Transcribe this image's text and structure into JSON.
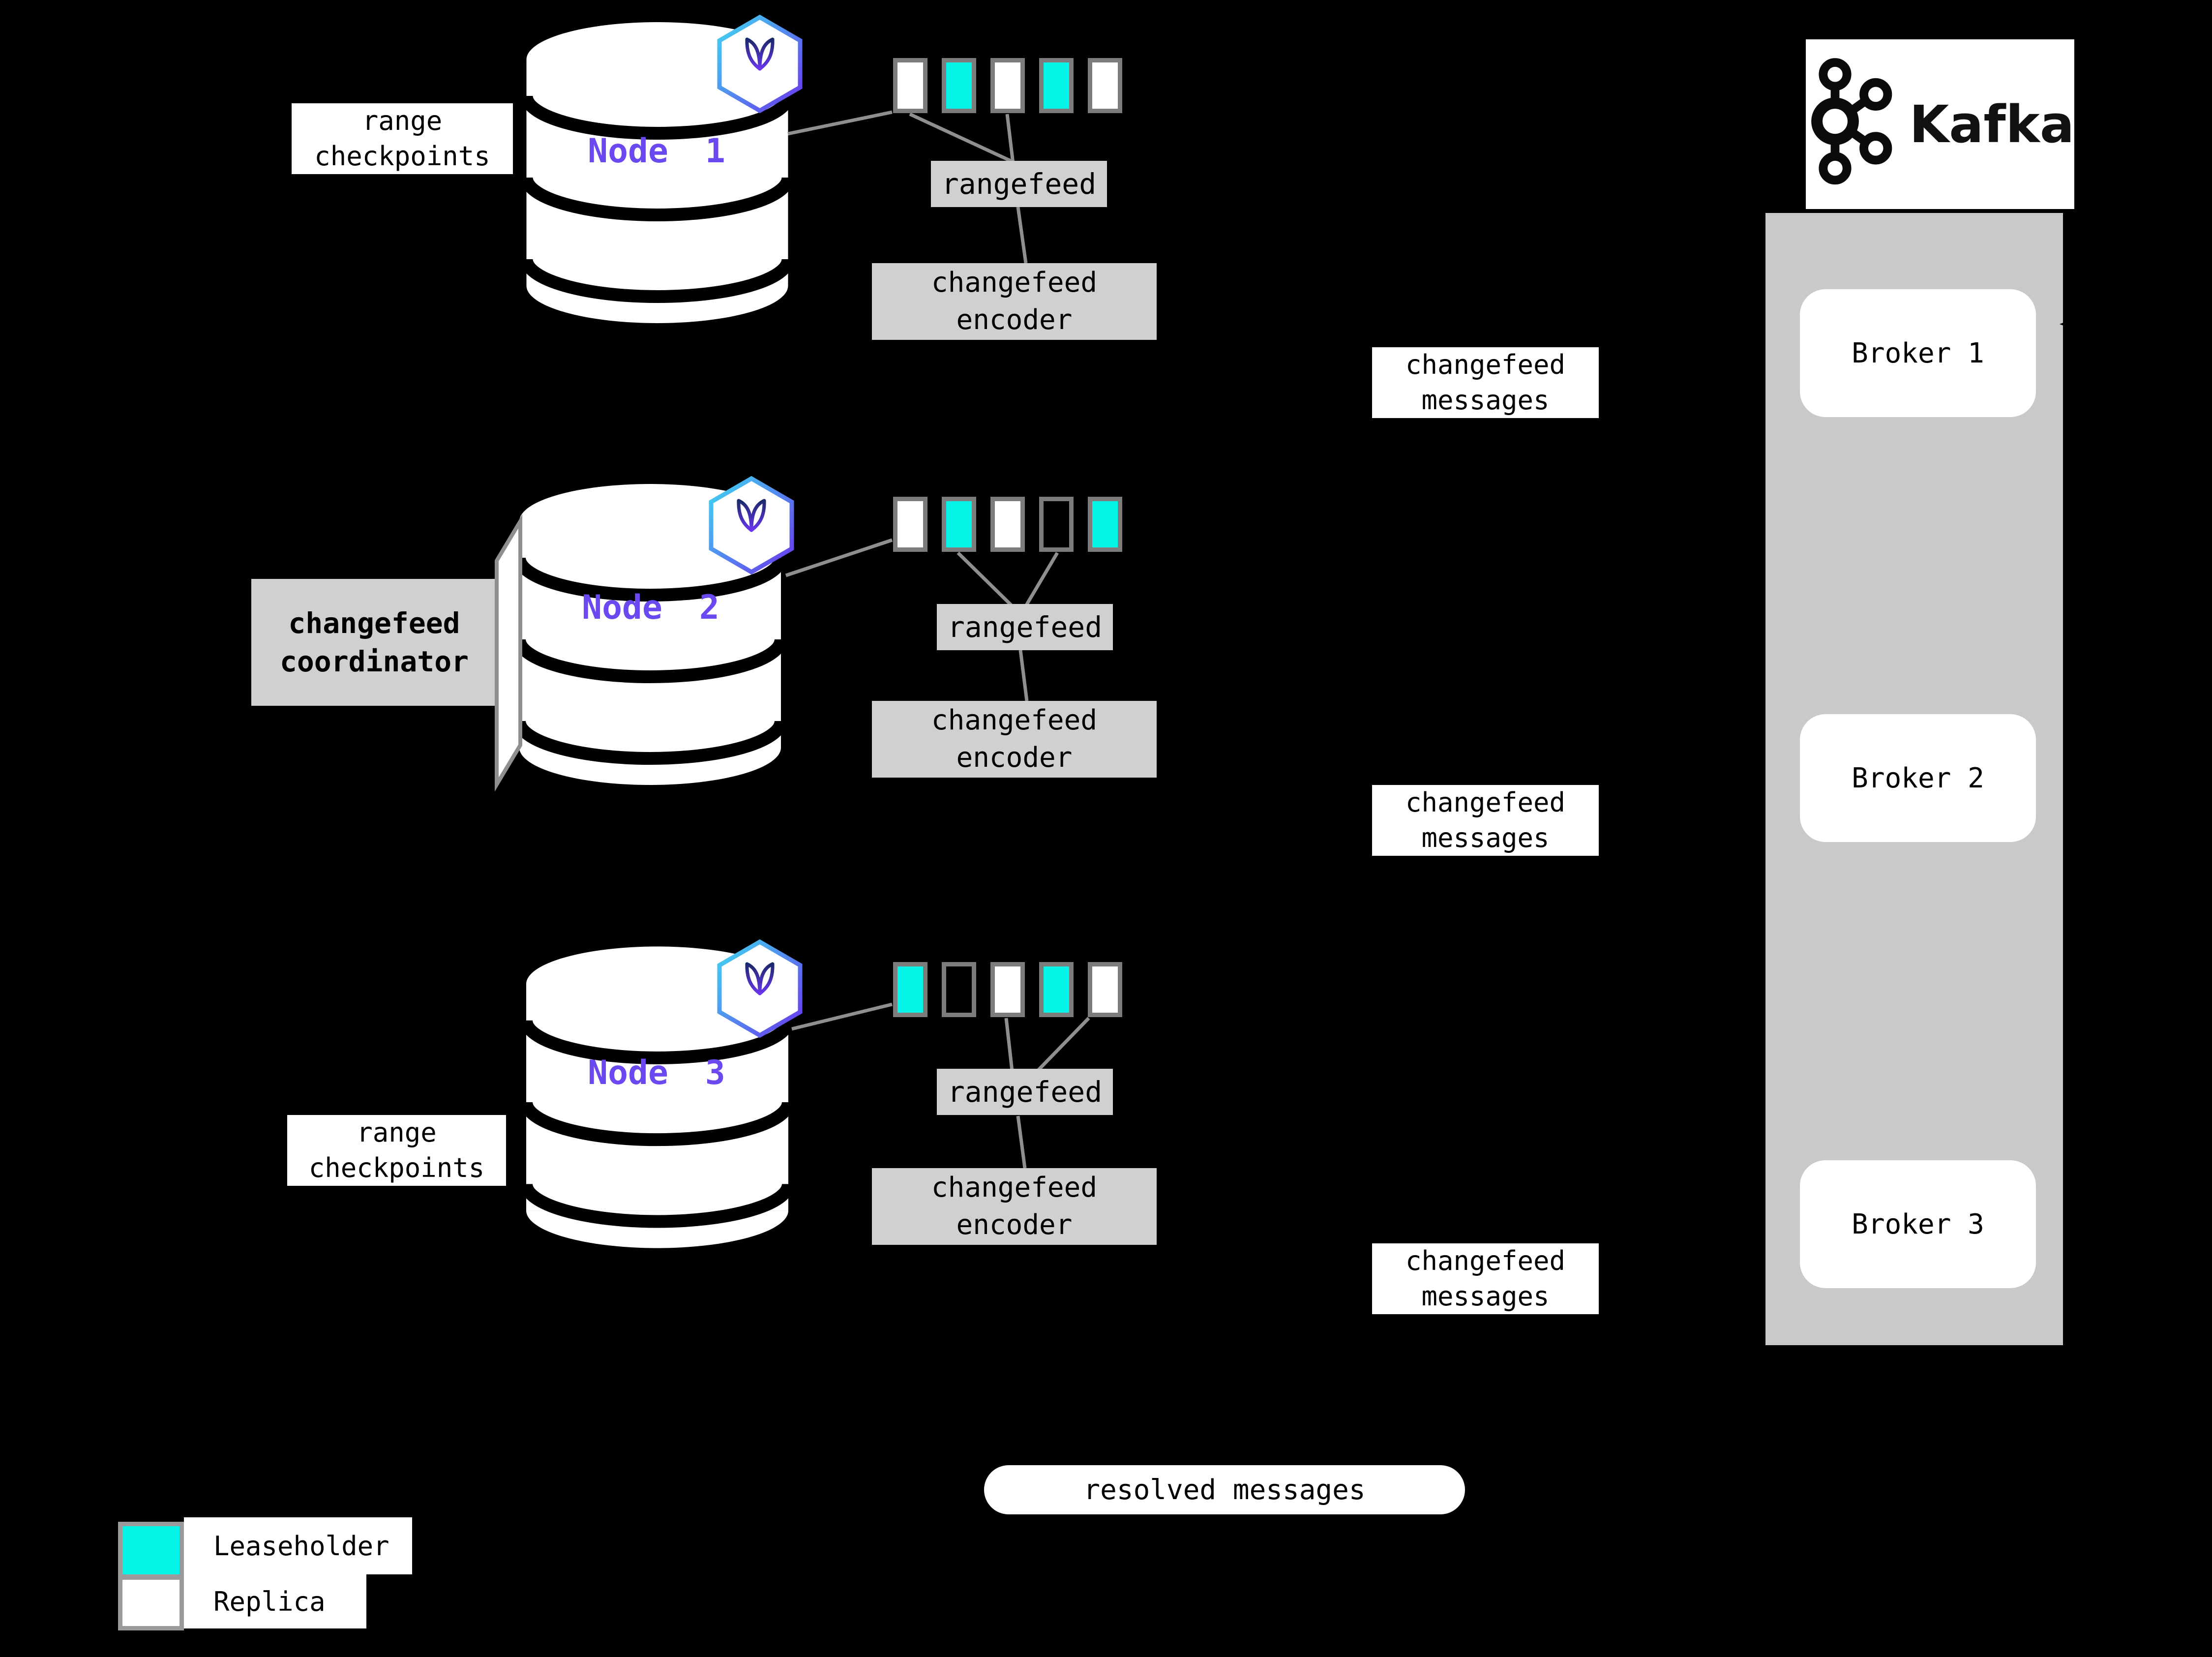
{
  "colors": {
    "teal": "#06f3e7",
    "nodeText": "#6b48f0",
    "boxGray": "#d0d0d0",
    "kafkaGray": "#c9c9c9",
    "borderGray": "#7c7c7c",
    "lineGray": "#8f8f8f",
    "hexStart": "#3fd9f0",
    "hexEnd": "#6a35ee",
    "glyphStart": "#1b2a6b",
    "glyphEnd": "#6a35ee"
  },
  "icons": {
    "cockroachdb": "cockroachdb-hexagon-logo",
    "kafka": "kafka-circles-logo"
  },
  "nodes": [
    {
      "label": "Node 1",
      "ranges": [
        "replica",
        "leaseholder",
        "replica",
        "leaseholder",
        "replica"
      ]
    },
    {
      "label": "Node 2",
      "ranges": [
        "replica",
        "leaseholder",
        "replica",
        "empty",
        "leaseholder"
      ]
    },
    {
      "label": "Node 3",
      "ranges": [
        "leaseholder",
        "empty",
        "replica",
        "leaseholder",
        "replica"
      ]
    }
  ],
  "shared": {
    "rangefeed": "rangefeed",
    "encoder_line1": "changefeed",
    "encoder_line2": "encoder",
    "messages_line1": "changefeed",
    "messages_line2": "messages",
    "checkpoints_line1": "range",
    "checkpoints_line2": "checkpoints",
    "coordinator_line1": "changefeed",
    "coordinator_line2": "coordinator"
  },
  "kafka": {
    "brand": "Kafka",
    "brokers": [
      "Broker 1",
      "Broker 2",
      "Broker 3"
    ]
  },
  "flow": {
    "resolved": "resolved messages"
  },
  "legend": {
    "leaseholder": "Leaseholder",
    "replica": "Replica"
  }
}
